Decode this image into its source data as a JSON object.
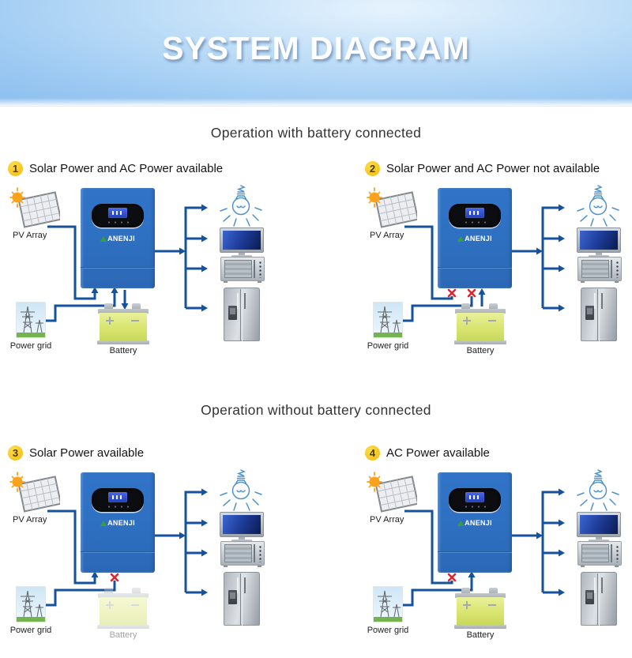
{
  "banner": {
    "title": "SYSTEM DIAGRAM"
  },
  "sections": [
    {
      "heading": "Operation with battery connected"
    },
    {
      "heading": "Operation without  battery connected"
    }
  ],
  "labels": {
    "pv_array": "PV Array",
    "power_grid": "Power grid",
    "battery": "Battery"
  },
  "inverter": {
    "brand": "ANENJI"
  },
  "diagrams": [
    {
      "number": "1",
      "title": "Solar Power and AC Power available",
      "pv": "arrow",
      "grid": "arrow",
      "battery": "charge",
      "battery_faded": false
    },
    {
      "number": "2",
      "title": "Solar Power and AC Power not available",
      "pv": "cross",
      "grid": "cross",
      "battery": "discharge",
      "battery_faded": false
    },
    {
      "number": "3",
      "title": "Solar Power available",
      "pv": "arrow",
      "grid": "cross",
      "battery": "none",
      "battery_faded": true
    },
    {
      "number": "4",
      "title": "AC Power available",
      "pv": "cross",
      "grid": "arrow",
      "battery": "none",
      "battery_faded": false
    }
  ],
  "loads": [
    "light-bulb",
    "tv",
    "microwave",
    "refrigerator"
  ],
  "colors": {
    "wire": "#15529C",
    "cross": "#E02430",
    "inverter_blue": "#2E6FC0",
    "badge_yellow": "#F6C41C",
    "battery_green": "#D8E46E",
    "bulb_outline": "#4F93CC",
    "banner_blue": "#8FC0EF"
  }
}
